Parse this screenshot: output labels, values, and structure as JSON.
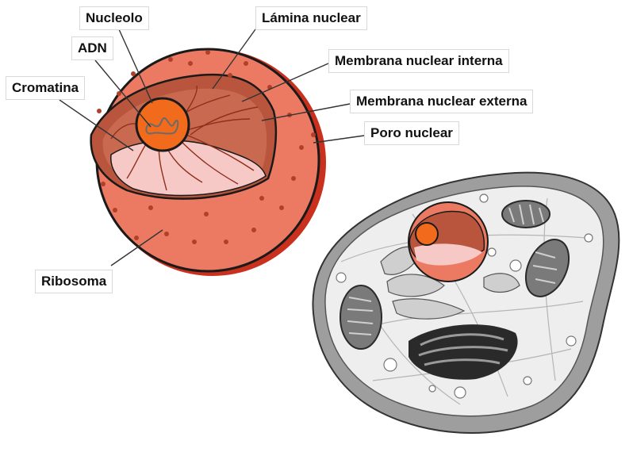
{
  "labels": {
    "nucleolo": "Nucleolo",
    "adn": "ADN",
    "cromatina": "Cromatina",
    "lamina_nuclear": "Lámina nuclear",
    "membrana_interna": "Membrana nuclear interna",
    "membrana_externa": "Membrana nuclear externa",
    "poro_nuclear": "Poro nuclear",
    "ribosoma": "Ribosoma"
  },
  "colors": {
    "nucleus_outer": "#e8705a",
    "nucleus_inner": "#b5523a",
    "nucleolus": "#f26a1b",
    "chromatin_area": "#f4c3c0",
    "cell_membrane": "#9a9a9a",
    "cytoplasm": "#eeeeee"
  }
}
